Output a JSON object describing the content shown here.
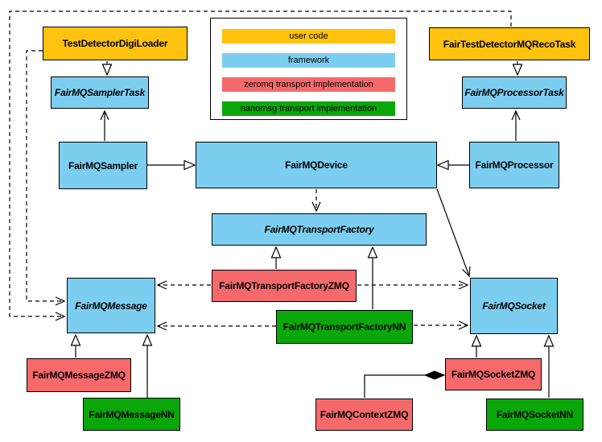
{
  "colors": {
    "user_code": "#FFC20E",
    "framework": "#7CCEF0",
    "zeromq": "#F5696B",
    "nanomsg": "#0AA70A",
    "line": "#000000",
    "background": "#FFFFFF"
  },
  "legend": {
    "items": [
      {
        "label": "user code",
        "category": "user_code"
      },
      {
        "label": "framework",
        "category": "framework"
      },
      {
        "label": "zeromq transport implementation",
        "category": "zeromq"
      },
      {
        "label": "nanomsg transport implementation",
        "category": "nanomsg"
      }
    ]
  },
  "nodes": {
    "digiLoader": {
      "label": "TestDetectorDigiLoader",
      "category": "user_code",
      "abstract": false
    },
    "recoTask": {
      "label": "FairTestDetectorMQRecoTask",
      "category": "user_code",
      "abstract": false
    },
    "samplerTask": {
      "label": "FairMQSamplerTask",
      "category": "framework",
      "abstract": true
    },
    "processorTask": {
      "label": "FairMQProcessorTask",
      "category": "framework",
      "abstract": true
    },
    "sampler": {
      "label": "FairMQSampler",
      "category": "framework",
      "abstract": false
    },
    "device": {
      "label": "FairMQDevice",
      "category": "framework",
      "abstract": false
    },
    "processor": {
      "label": "FairMQProcessor",
      "category": "framework",
      "abstract": false
    },
    "transportFactory": {
      "label": "FairMQTransportFactory",
      "category": "framework",
      "abstract": true
    },
    "transportFactoryZMQ": {
      "label": "FairMQTransportFactoryZMQ",
      "category": "zeromq",
      "abstract": false
    },
    "transportFactoryNN": {
      "label": "FairMQTransportFactoryNN",
      "category": "nanomsg",
      "abstract": false
    },
    "message": {
      "label": "FairMQMessage",
      "category": "framework",
      "abstract": true
    },
    "socket": {
      "label": "FairMQSocket",
      "category": "framework",
      "abstract": true
    },
    "messageZMQ": {
      "label": "FairMQMessageZMQ",
      "category": "zeromq",
      "abstract": false
    },
    "messageNN": {
      "label": "FairMQMessageNN",
      "category": "nanomsg",
      "abstract": false
    },
    "socketZMQ": {
      "label": "FairMQSocketZMQ",
      "category": "zeromq",
      "abstract": false
    },
    "socketNN": {
      "label": "FairMQSocketNN",
      "category": "nanomsg",
      "abstract": false
    },
    "contextZMQ": {
      "label": "FairMQContextZMQ",
      "category": "zeromq",
      "abstract": false
    }
  },
  "edges": [
    {
      "from": "TestDetectorDigiLoader",
      "to": "FairMQSamplerTask",
      "type": "inheritance"
    },
    {
      "from": "FairTestDetectorMQRecoTask",
      "to": "FairMQProcessorTask",
      "type": "inheritance"
    },
    {
      "from": "FairMQSampler",
      "to": "FairMQDevice",
      "type": "inheritance"
    },
    {
      "from": "FairMQProcessor",
      "to": "FairMQDevice",
      "type": "inheritance"
    },
    {
      "from": "FairMQTransportFactoryZMQ",
      "to": "FairMQTransportFactory",
      "type": "inheritance"
    },
    {
      "from": "FairMQTransportFactoryNN",
      "to": "FairMQTransportFactory",
      "type": "inheritance"
    },
    {
      "from": "FairMQMessageZMQ",
      "to": "FairMQMessage",
      "type": "inheritance"
    },
    {
      "from": "FairMQMessageNN",
      "to": "FairMQMessage",
      "type": "inheritance"
    },
    {
      "from": "FairMQSocketZMQ",
      "to": "FairMQSocket",
      "type": "inheritance"
    },
    {
      "from": "FairMQSocketNN",
      "to": "FairMQSocket",
      "type": "inheritance"
    },
    {
      "from": "FairMQSampler",
      "to": "FairMQSamplerTask",
      "type": "association"
    },
    {
      "from": "FairMQProcessor",
      "to": "FairMQProcessorTask",
      "type": "association"
    },
    {
      "from": "FairMQDevice",
      "to": "FairMQSocket",
      "type": "association"
    },
    {
      "from": "FairMQDevice",
      "to": "FairMQTransportFactory",
      "type": "dependency"
    },
    {
      "from": "FairMQTransportFactoryZMQ",
      "to": "FairMQMessage",
      "type": "dependency"
    },
    {
      "from": "FairMQTransportFactoryZMQ",
      "to": "FairMQSocket",
      "type": "dependency"
    },
    {
      "from": "FairMQTransportFactoryNN",
      "to": "FairMQMessage",
      "type": "dependency"
    },
    {
      "from": "FairMQTransportFactoryNN",
      "to": "FairMQSocket",
      "type": "dependency"
    },
    {
      "from": "FairTestDetectorMQRecoTask",
      "to": "FairMQMessage",
      "type": "dependency"
    },
    {
      "from": "TestDetectorDigiLoader",
      "to": "FairMQMessage",
      "type": "dependency"
    },
    {
      "from": "FairMQSocketZMQ",
      "to": "FairMQContextZMQ",
      "type": "composition"
    }
  ]
}
